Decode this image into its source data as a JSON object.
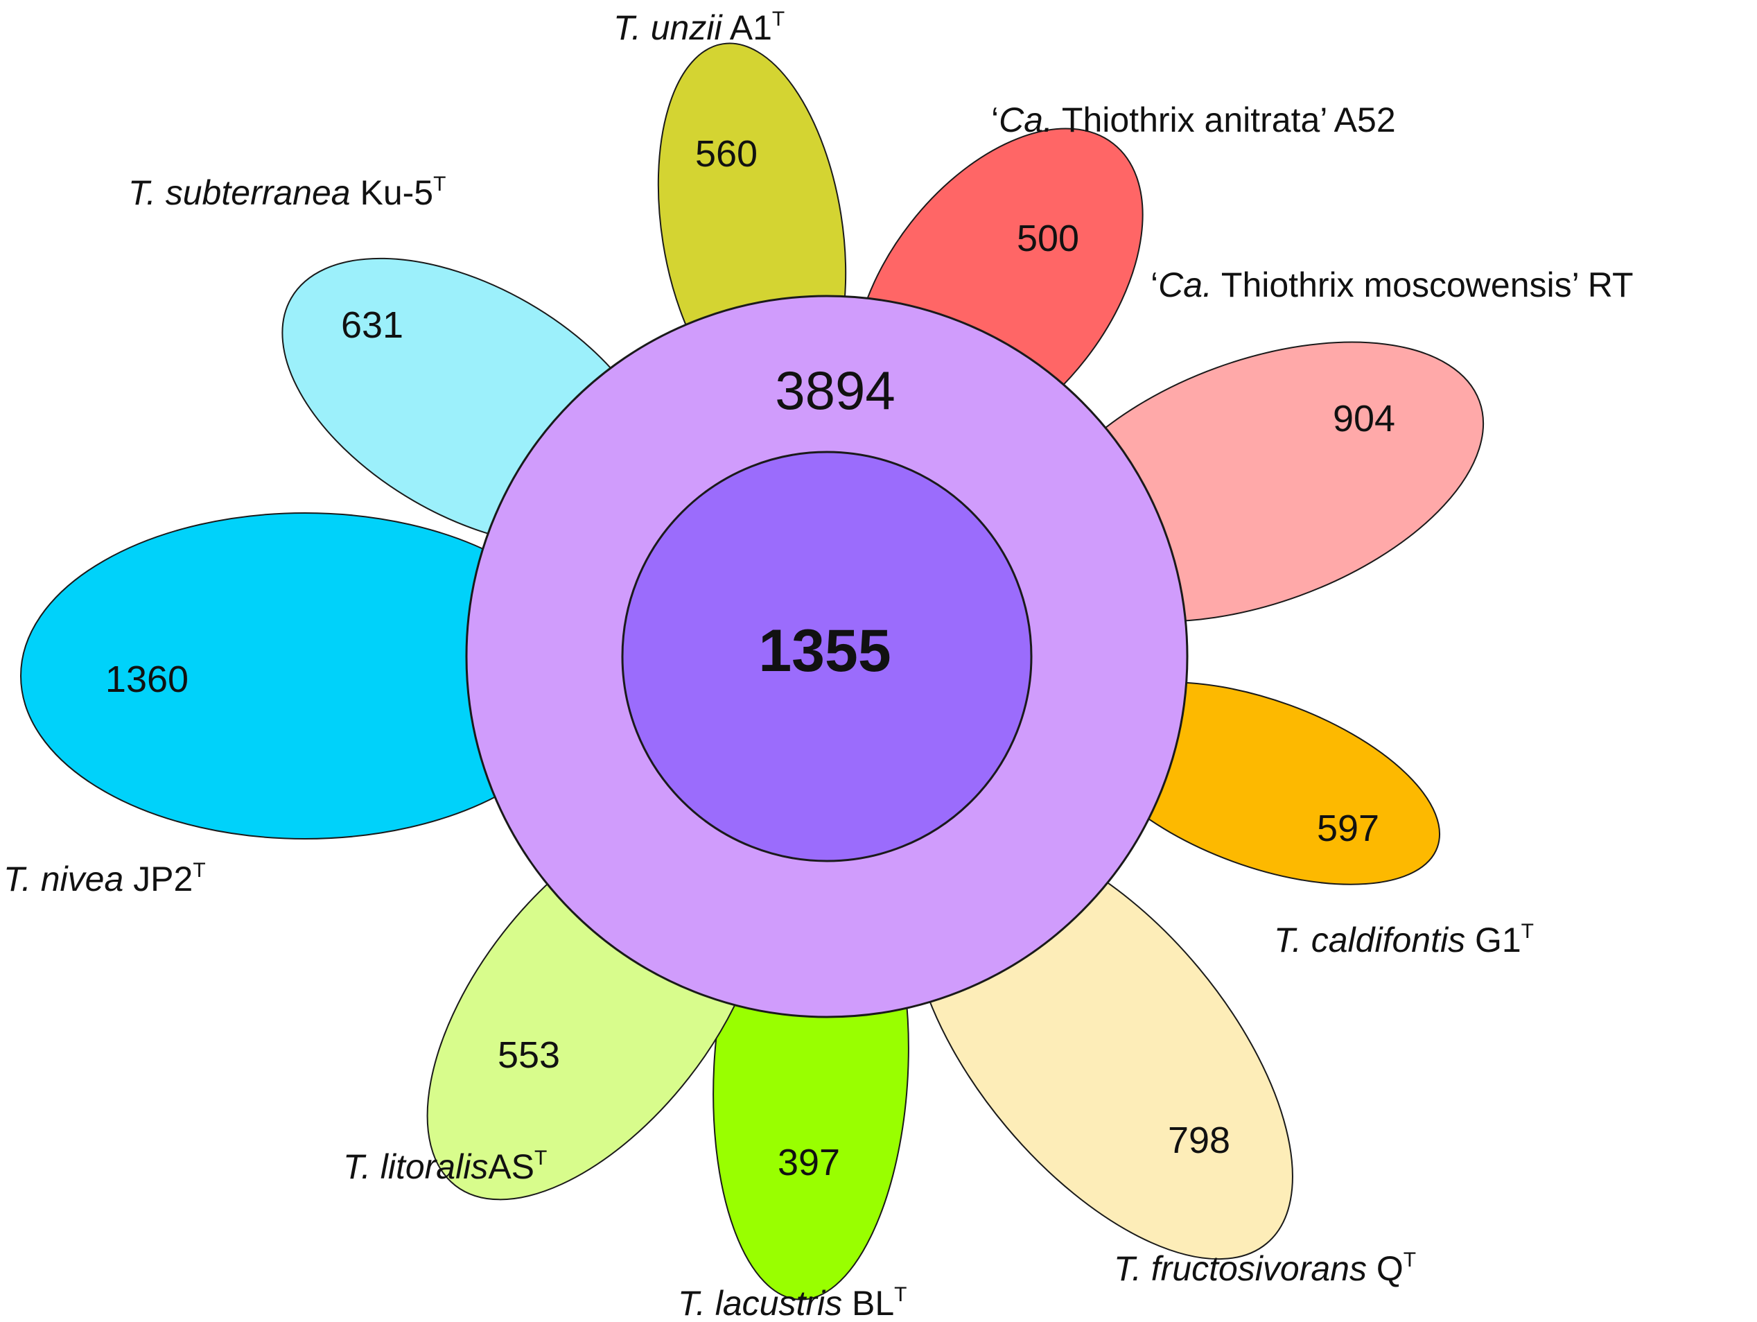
{
  "petals": [
    {
      "id": "subterranea",
      "count": "631",
      "color": "#9cf0fb",
      "label": [
        {
          "t": "T. ",
          "i": true
        },
        {
          "t": "subterranea",
          "i": true
        },
        {
          "t": " Ku-5",
          "i": false
        },
        {
          "t": "T",
          "i": false,
          "sup": true
        }
      ]
    },
    {
      "id": "unzii",
      "count": "560",
      "color": "#d4d432",
      "label": [
        {
          "t": "T. ",
          "i": true
        },
        {
          "t": "unzii",
          "i": true
        },
        {
          "t": " A1",
          "i": false
        },
        {
          "t": "T",
          "i": false,
          "sup": true
        }
      ]
    },
    {
      "id": "anitrata",
      "count": "500",
      "color": "#ff6666",
      "label": [
        {
          "t": "‘",
          "i": false
        },
        {
          "t": "Ca.",
          "i": true
        },
        {
          "t": " Thiothrix anitrata’ A52",
          "i": false
        }
      ]
    },
    {
      "id": "moscowensis",
      "count": "904",
      "color": "#ffa9a9",
      "label": [
        {
          "t": "‘",
          "i": false
        },
        {
          "t": "Ca.",
          "i": true
        },
        {
          "t": " Thiothrix moscowensis’ RT",
          "i": false
        }
      ]
    },
    {
      "id": "caldifontis",
      "count": "597",
      "color": "#fdb900",
      "label": [
        {
          "t": "T. caldifontis",
          "i": true
        },
        {
          "t": " G1",
          "i": false
        },
        {
          "t": "T",
          "i": false,
          "sup": true
        }
      ]
    },
    {
      "id": "fructosivorans",
      "count": "798",
      "color": "#fdedb8",
      "label": [
        {
          "t": "T. fructosivorans",
          "i": true
        },
        {
          "t": " Q",
          "i": false
        },
        {
          "t": "T",
          "i": false,
          "sup": true
        }
      ]
    },
    {
      "id": "lacustris",
      "count": "397",
      "color": "#99ff00",
      "label": [
        {
          "t": "T. lacustris",
          "i": true
        },
        {
          "t": " BL",
          "i": false
        },
        {
          "t": "T",
          "i": false,
          "sup": true
        }
      ]
    },
    {
      "id": "litoralis",
      "count": "553",
      "color": "#d8fc8c",
      "label": [
        {
          "t": "T. litoralis",
          "i": true
        },
        {
          "t": "AS",
          "i": false
        },
        {
          "t": "T",
          "i": false,
          "sup": true
        }
      ]
    },
    {
      "id": "nivea",
      "count": "1360",
      "color": "#00d2fa",
      "label": [
        {
          "t": "T. nivea",
          "i": true
        },
        {
          "t": " JP2",
          "i": false
        },
        {
          "t": "T",
          "i": false,
          "sup": true
        }
      ]
    }
  ],
  "outer_ring": {
    "count": "3894",
    "color": "#d09cfc"
  },
  "core": {
    "count": "1355",
    "color": "#9b6cfc"
  }
}
